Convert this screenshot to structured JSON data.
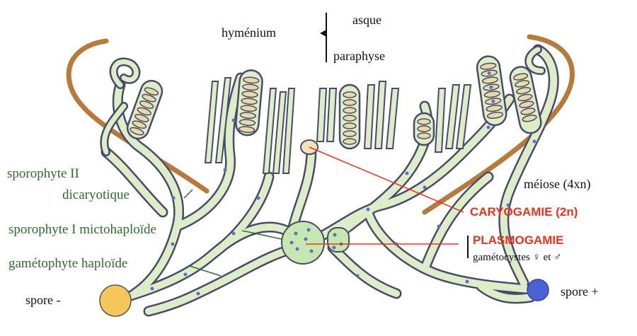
{
  "labels": {
    "asque": "asque",
    "hymenium": "hyménium",
    "paraphyse": "paraphyse",
    "sporophyte_ii_line1": "sporophyte II",
    "sporophyte_ii_line2": "dicaryotique",
    "meiose": "méiose (4xn)",
    "caryogamie": "CARYOGAMIE (2n)",
    "sporophyte_i": "sporophyte I mictohaploïde",
    "plasmogamie": "PLASMOGAMIE",
    "gametocystes": "gamétocystes ♀ et ♂",
    "gametophyte": "gamétophyte haploïde",
    "spore_minus": "spore -",
    "spore_plus": "spore +"
  },
  "colors": {
    "cup": "#b87a3a",
    "hypha_fill": "#dcedc8",
    "hypha_edge": "#4a4a6a",
    "nucleus": "#5b6fc9",
    "ascus_inner": "#e9d9a8",
    "spore_minus": "#f5c65a",
    "spore_plus": "#4a62d8",
    "gametocyst": "#c6e8b0",
    "red_label": "#e8331c",
    "green_label": "#2f6b2f"
  }
}
